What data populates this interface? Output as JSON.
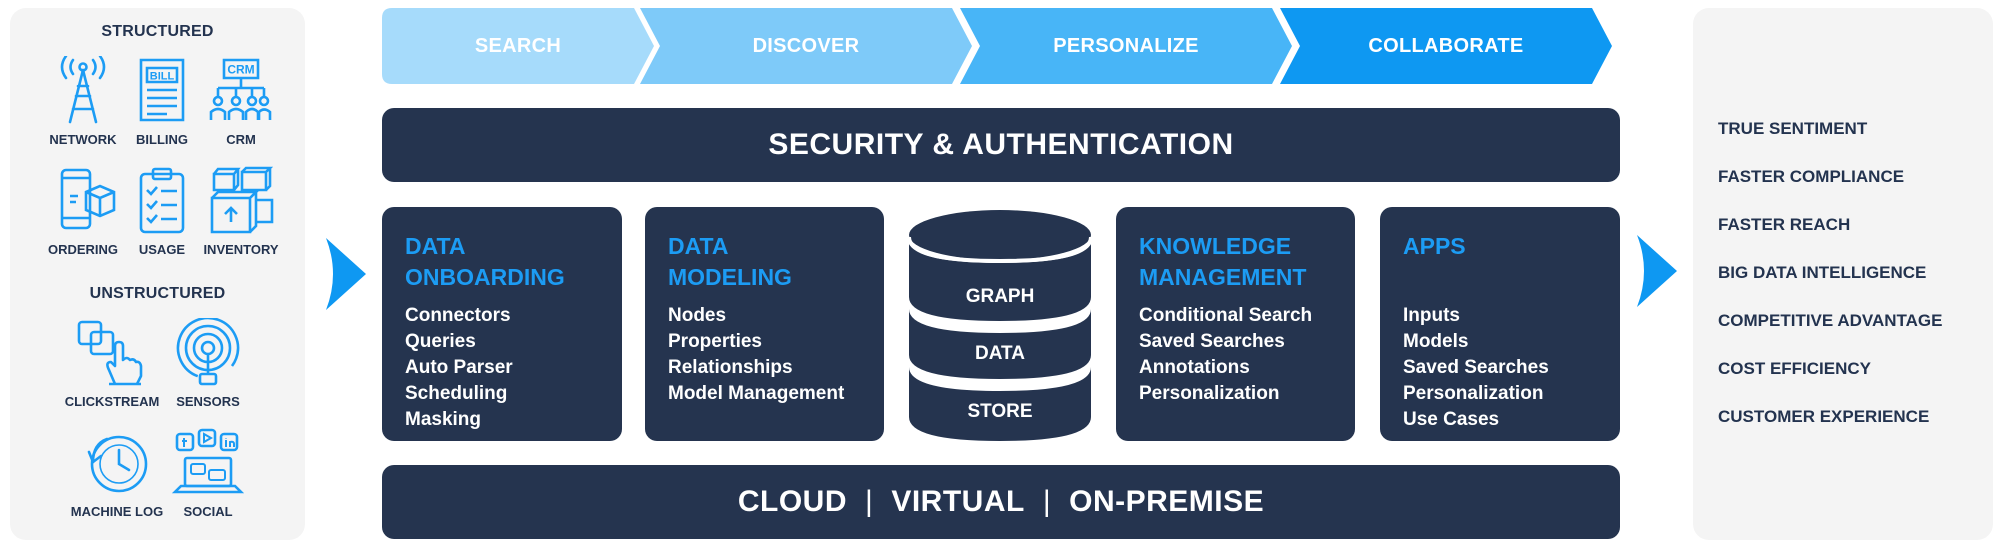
{
  "colors": {
    "navy": "#25344f",
    "accent": "#1c9cf4",
    "chevron_1": "#a6dbfb",
    "chevron_2": "#7ecaf9",
    "chevron_3": "#48b5f7",
    "chevron_4": "#0e98f2",
    "panel": "#f4f4f4"
  },
  "sources": {
    "structured_title": "STRUCTURED",
    "structured": [
      {
        "label": "NETWORK",
        "icon": "cell-tower-icon"
      },
      {
        "label": "BILLING",
        "icon": "bill-icon",
        "icon_text": "BILL"
      },
      {
        "label": "CRM",
        "icon": "org-chart-icon",
        "icon_text": "CRM"
      },
      {
        "label": "ORDERING",
        "icon": "phone-package-icon"
      },
      {
        "label": "USAGE",
        "icon": "clipboard-checklist-icon"
      },
      {
        "label": "INVENTORY",
        "icon": "boxes-icon"
      }
    ],
    "unstructured_title": "UNSTRUCTURED",
    "unstructured": [
      {
        "label": "CLICKSTREAM",
        "icon": "hand-click-icon"
      },
      {
        "label": "SENSORS",
        "icon": "sensor-signal-icon"
      },
      {
        "label": "MACHINE LOG",
        "icon": "clock-history-icon"
      },
      {
        "label": "SOCIAL",
        "icon": "social-laptop-icon"
      }
    ]
  },
  "stages": [
    "SEARCH",
    "DISCOVER",
    "PERSONALIZE",
    "COLLABORATE"
  ],
  "security_label": "SECURITY & AUTHENTICATION",
  "modules": {
    "data_onboarding": {
      "title_line1": "DATA",
      "title_line2": "ONBOARDING",
      "items": [
        "Connectors",
        "Queries",
        "Auto Parser",
        "Scheduling",
        "Masking"
      ]
    },
    "data_modeling": {
      "title_line1": "DATA",
      "title_line2": "MODELING",
      "items": [
        "Nodes",
        "Properties",
        "Relationships",
        "Model Management"
      ]
    },
    "graph_store": {
      "icon": "database-icon",
      "labels": [
        "GRAPH",
        "DATA",
        "STORE"
      ]
    },
    "knowledge_management": {
      "title_line1": "KNOWLEDGE",
      "title_line2": "MANAGEMENT",
      "items": [
        "Conditional Search",
        "Saved Searches",
        "Annotations",
        "Personalization"
      ]
    },
    "apps": {
      "title_line1": "APPS",
      "items": [
        "Inputs",
        "Models",
        "Saved Searches",
        "Personalization",
        "Use Cases"
      ]
    }
  },
  "deployment": {
    "options": [
      "CLOUD",
      "VIRTUAL",
      "ON-PREMISE"
    ],
    "separator": "|"
  },
  "benefits": [
    "TRUE SENTIMENT",
    "FASTER COMPLIANCE",
    "FASTER REACH",
    "BIG DATA INTELLIGENCE",
    "COMPETITIVE ADVANTAGE",
    "COST EFFICIENCY",
    "CUSTOMER EXPERIENCE"
  ]
}
